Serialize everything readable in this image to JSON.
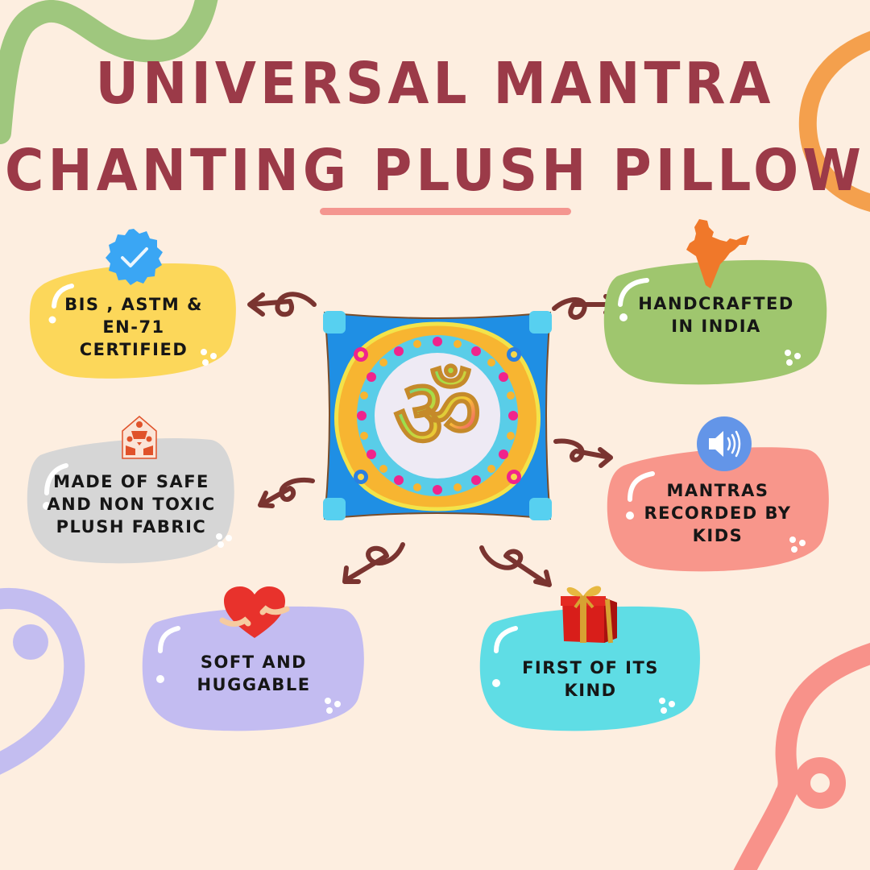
{
  "title": {
    "line1": "Universal Mantra",
    "line2": "Chanting Plush Pillow"
  },
  "colors": {
    "background": "#fdeee0",
    "title": "#9b3a48",
    "underline": "#f49690",
    "arrow": "#7a3430",
    "deco_green": "#9fc77e",
    "deco_orange": "#f4a04d",
    "deco_lavender": "#c3bdf0",
    "deco_pink": "#f8928a"
  },
  "product": {
    "name": "Om pillow",
    "symbol": "ॐ"
  },
  "features": [
    {
      "id": "certified",
      "lines": [
        "BIS , ASTM &",
        "EN-71",
        "certified"
      ],
      "color": "#fcd75a",
      "icon": "verified-badge-icon"
    },
    {
      "id": "handcrafted",
      "lines": [
        "Handcrafted",
        "in India"
      ],
      "color": "#9fc66e",
      "icon": "india-map-icon"
    },
    {
      "id": "safe-fabric",
      "lines": [
        "Made of safe",
        "and non toxic",
        "plush fabric"
      ],
      "color": "#d6d6d6",
      "icon": "family-home-icon"
    },
    {
      "id": "mantras",
      "lines": [
        "Mantras",
        "recorded by",
        "kids"
      ],
      "color": "#f8968b",
      "icon": "speaker-icon"
    },
    {
      "id": "huggable",
      "lines": [
        "Soft and",
        "huggable"
      ],
      "color": "#c3bcf1",
      "icon": "hugging-heart-icon"
    },
    {
      "id": "first",
      "lines": [
        "First of its",
        "kind"
      ],
      "color": "#5fdde5",
      "icon": "gift-box-icon"
    }
  ]
}
